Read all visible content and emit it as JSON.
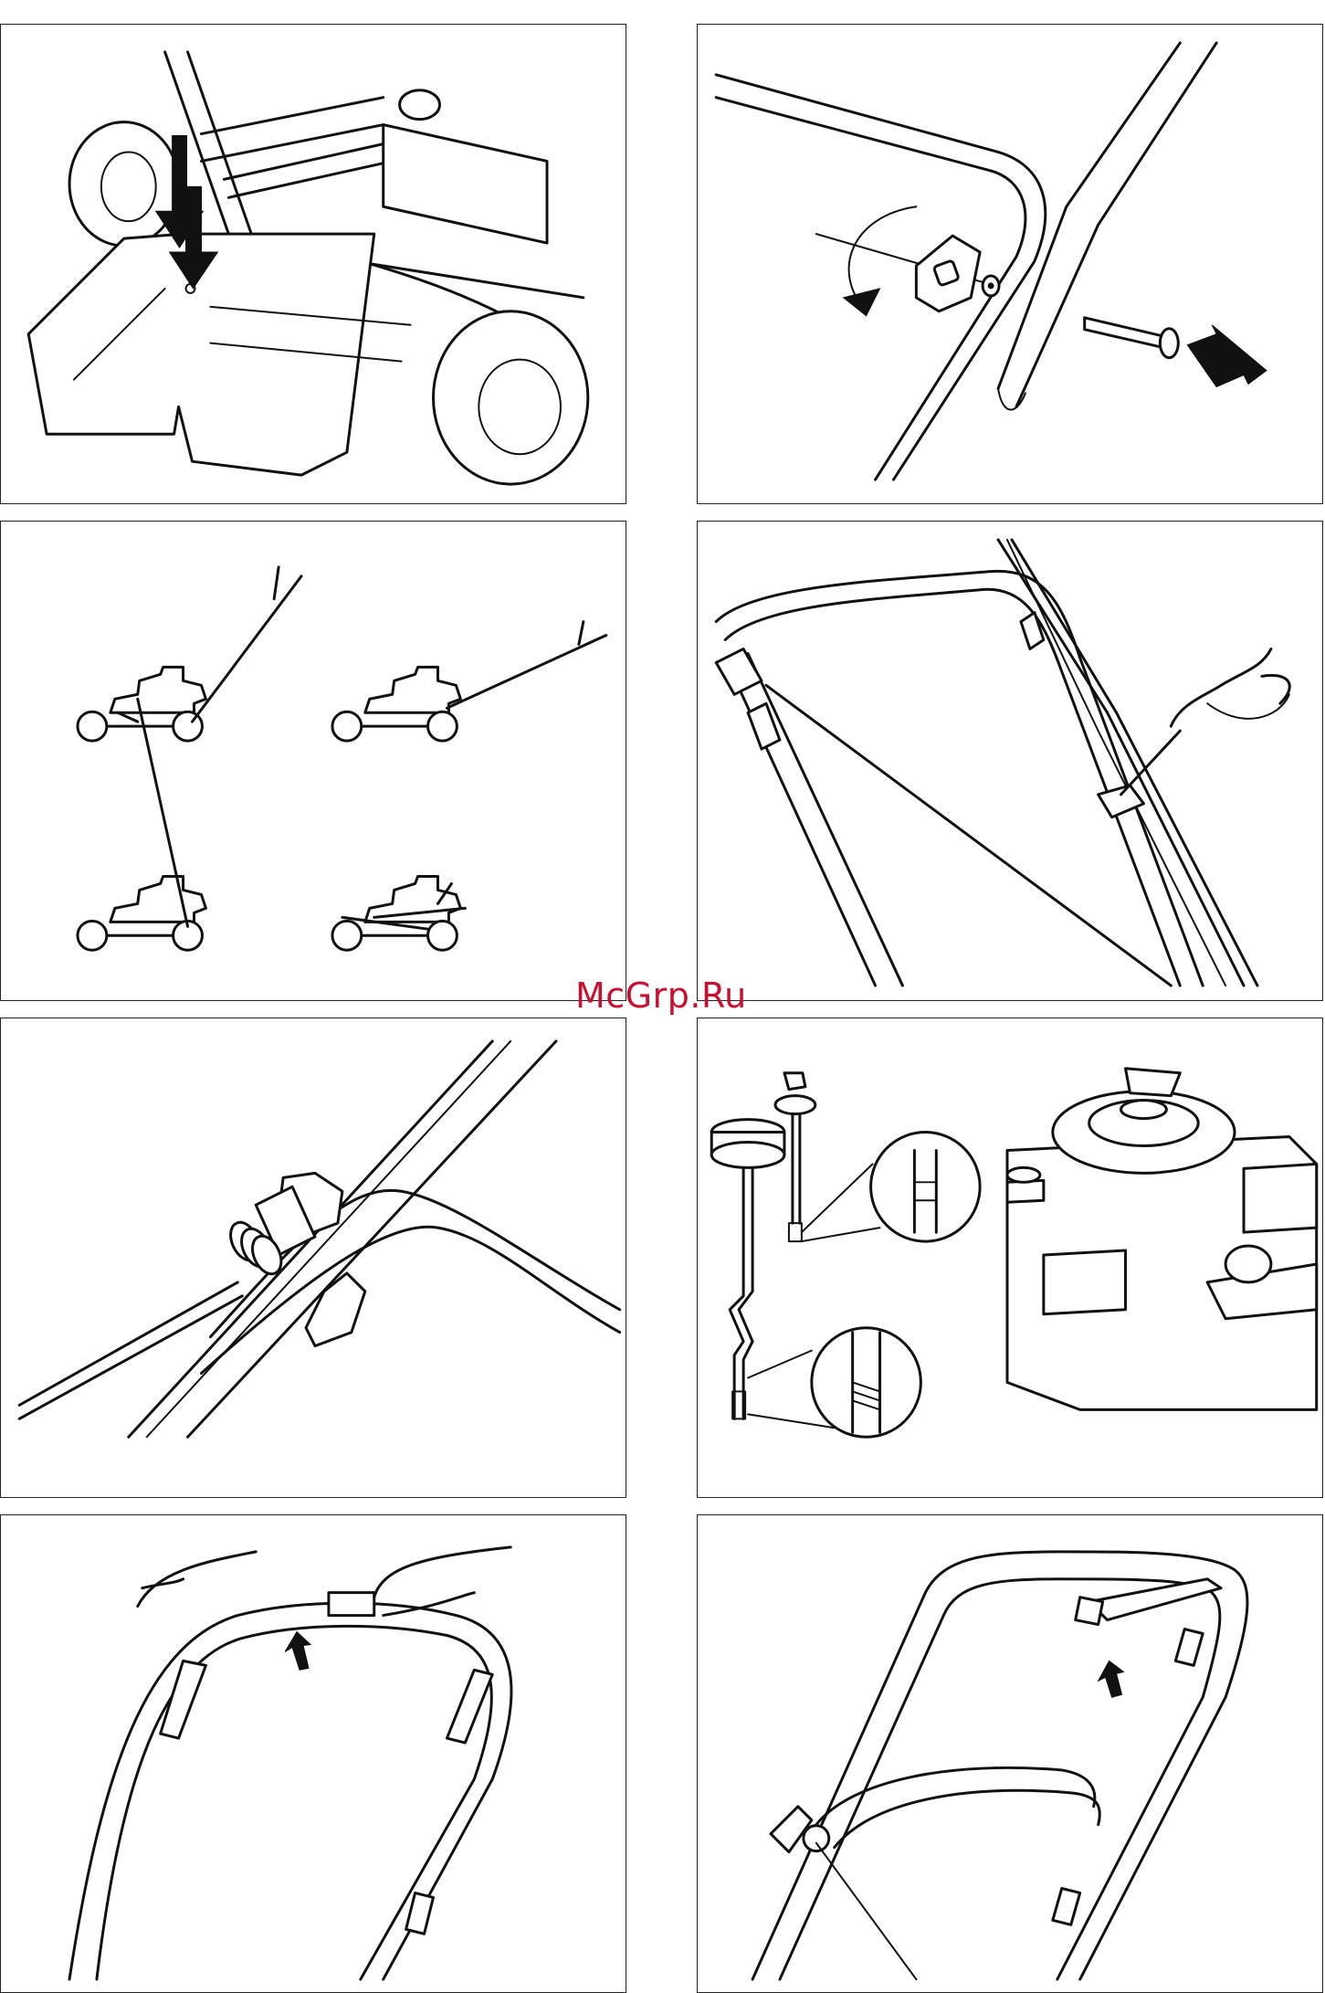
{
  "watermark": {
    "text": "McGrp.Ru",
    "color": "#c8102e"
  },
  "panels": [
    {
      "id": 1,
      "subject": "grass-bag-attachment"
    },
    {
      "id": 2,
      "subject": "handle-knob-bolt"
    },
    {
      "id": 3,
      "subject": "handle-height-positions"
    },
    {
      "id": 4,
      "subject": "cable-clip-fitting"
    },
    {
      "id": 5,
      "subject": "throttle-cable-handle"
    },
    {
      "id": 6,
      "subject": "oil-dipstick-engine"
    },
    {
      "id": 7,
      "subject": "start-stop-bar"
    },
    {
      "id": 8,
      "subject": "drive-control-lever"
    }
  ]
}
